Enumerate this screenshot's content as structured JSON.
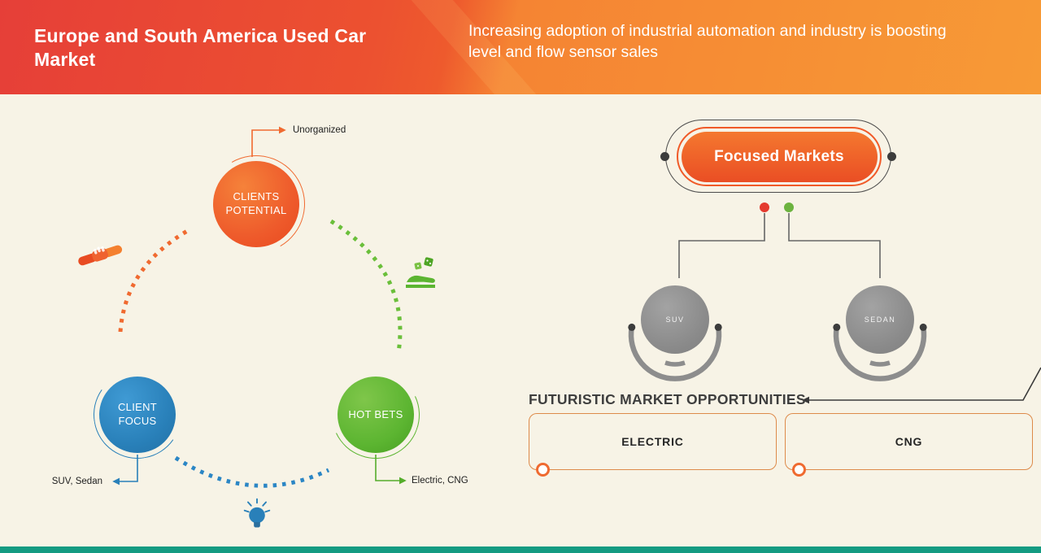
{
  "header": {
    "title": "Europe and South America Used Car Market",
    "subtitle": "Increasing adoption of industrial automation and industry is boosting level and flow sensor sales"
  },
  "cycle": {
    "clients_potential": {
      "label": "CLIENTS POTENTIAL",
      "annotation": "Unorganized"
    },
    "client_focus": {
      "label": "CLIENT FOCUS",
      "annotation": "SUV, Sedan"
    },
    "hot_bets": {
      "label": "HOT BETS",
      "annotation": "Electric, CNG"
    },
    "icons": {
      "handshake": "handshake-icon",
      "dice_hand": "dice-hand-icon",
      "lightbulb": "lightbulb-icon"
    }
  },
  "focused_markets": {
    "root_label": "Focused Markets",
    "children": [
      "SUV",
      "SEDAN"
    ],
    "section_title": "FUTURISTIC MARKET OPPORTUNITIES",
    "opportunities": [
      "ELECTRIC",
      "CNG"
    ]
  },
  "colors": {
    "header_gradient_left": "#e8423a",
    "header_gradient_right": "#f58b33",
    "orange": "#f05a28",
    "blue": "#2980b9",
    "green": "#5cb531",
    "gray_node": "#8d8d8d",
    "background": "#f7f3e6",
    "bottom_bar": "#149b82"
  }
}
